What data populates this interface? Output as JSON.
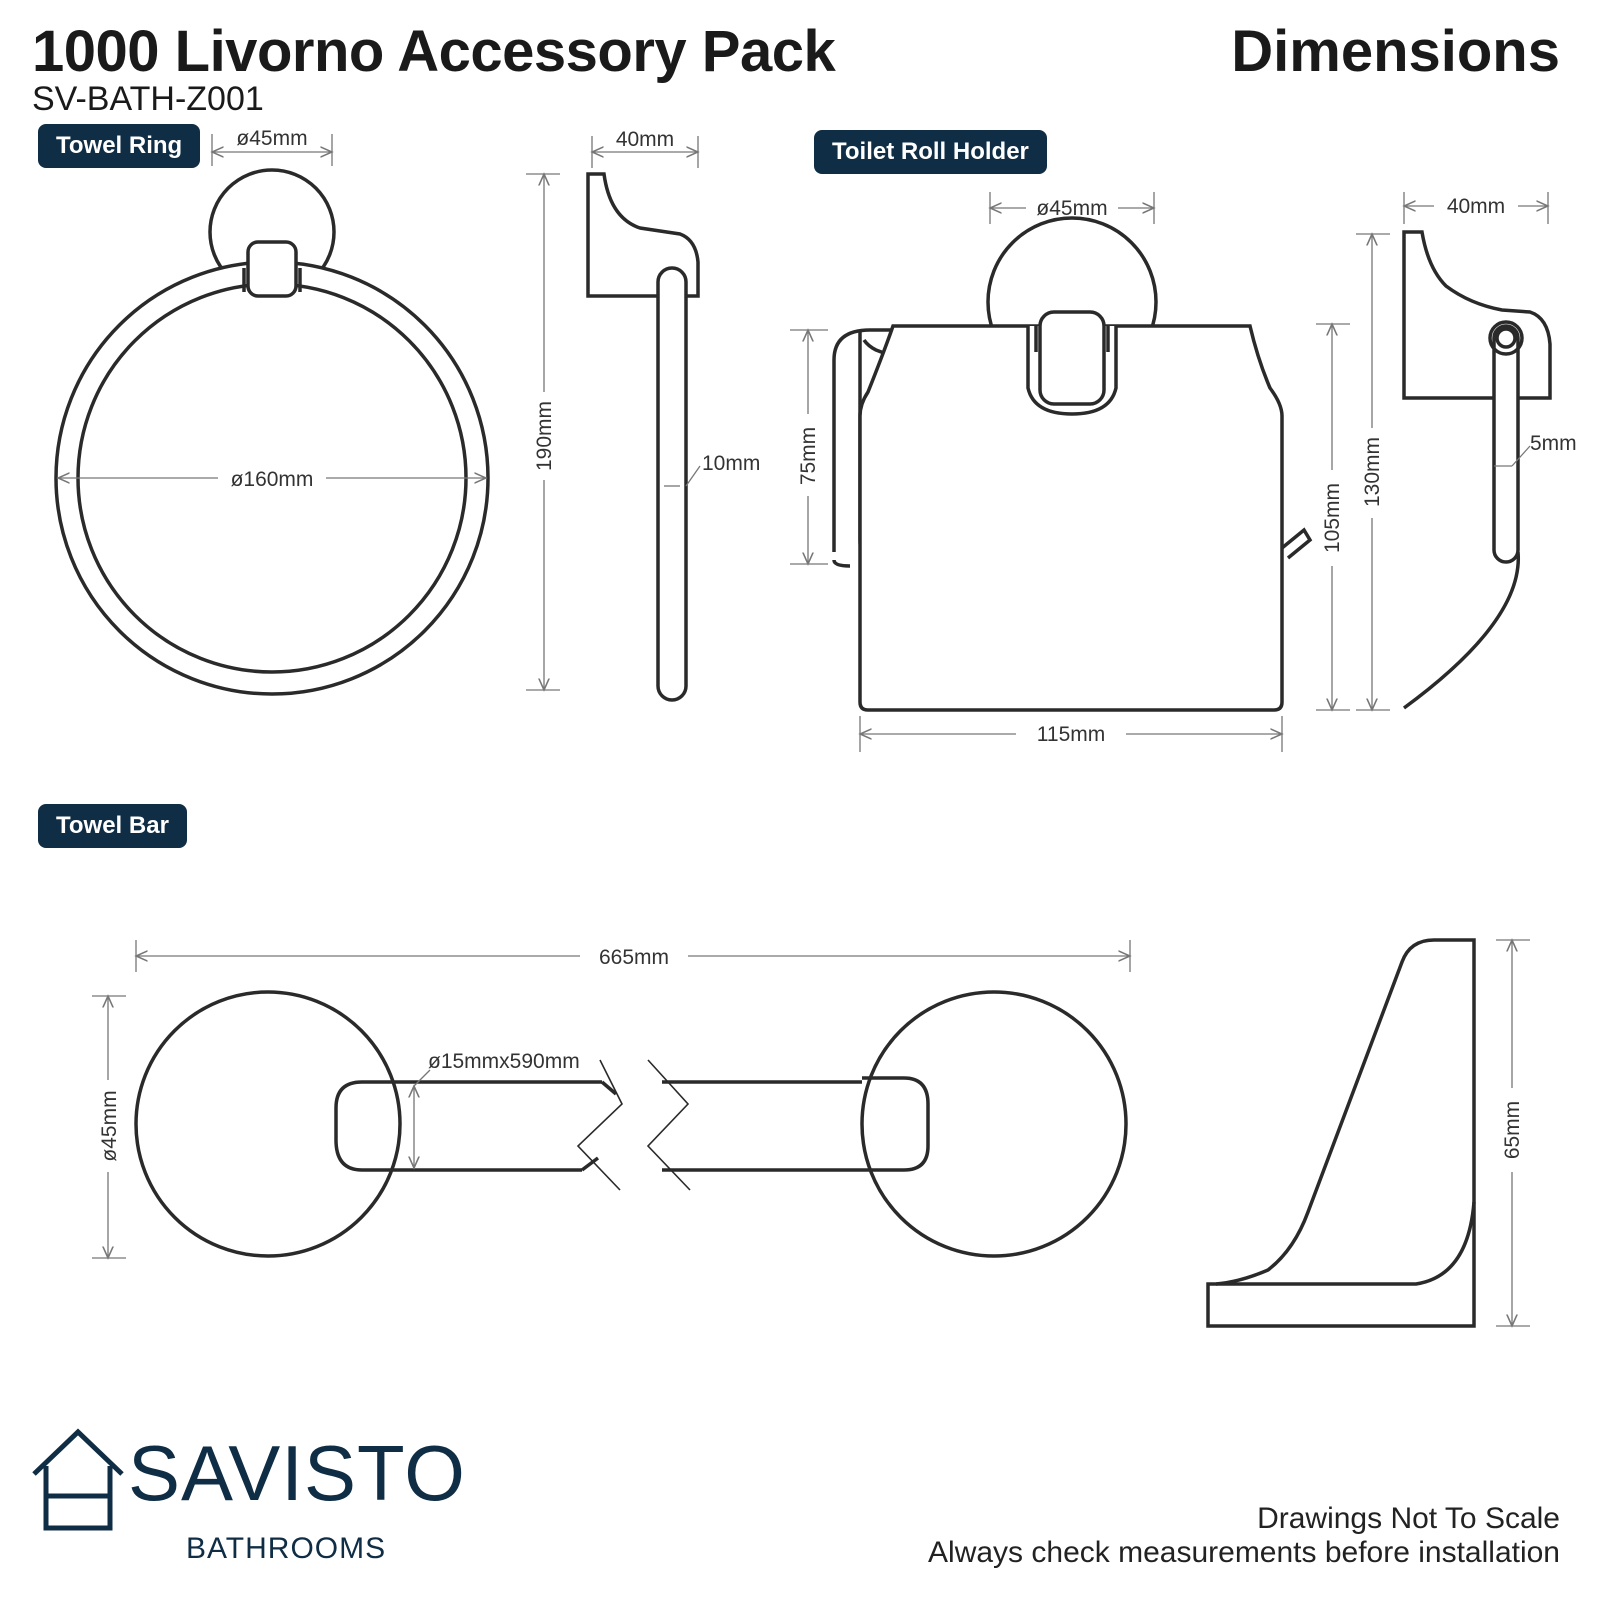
{
  "header": {
    "title": "1000 Livorno Accessory Pack",
    "code": "SV-BATH-Z001",
    "section": "Dimensions"
  },
  "sections": {
    "towel_ring": "Towel Ring",
    "toilet_roll_holder": "Toilet Roll Holder",
    "towel_bar": "Towel Bar"
  },
  "dimensions": {
    "ring_plate_dia": "ø45mm",
    "ring_dia": "ø160mm",
    "ring_depth": "40mm",
    "ring_height": "190mm",
    "ring_rod": "10mm",
    "holder_plate_dia": "ø45mm",
    "holder_depth": "40mm",
    "holder_arm": "75mm",
    "holder_height": "105mm",
    "holder_total": "130mm",
    "holder_width": "115mm",
    "holder_rod": "5mm",
    "bar_length": "665mm",
    "bar_plate_dia": "ø45mm",
    "bar_rod": "ø15mmx590mm",
    "bar_depth": "65mm"
  },
  "footer": {
    "brand": "SAVISTO",
    "brand_sub": "BATHROOMS",
    "note1": "Drawings Not To Scale",
    "note2": "Always check measurements before installation"
  },
  "colors": {
    "brand": "#0f2d44",
    "line": "#2a2a2a",
    "dim_line": "#777777"
  }
}
